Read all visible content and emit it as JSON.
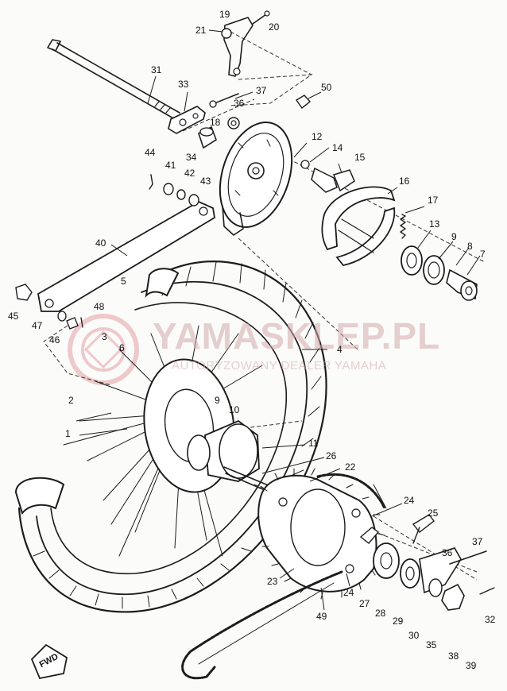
{
  "watermark": {
    "brand": "YAMASKLEP.PL",
    "tagline": "AUTORYZOWANY DEALER YAMAHA",
    "logo_color": "#e8b4b4"
  },
  "fwd_marker": {
    "label": "FWD",
    "icon": "forward-arrow-icon"
  },
  "callouts": [
    {
      "id": "19",
      "label": "19"
    },
    {
      "id": "20",
      "label": "20"
    },
    {
      "id": "21",
      "label": "21"
    },
    {
      "id": "31",
      "label": "31"
    },
    {
      "id": "33",
      "label": "33"
    },
    {
      "id": "37",
      "label": "37"
    },
    {
      "id": "50",
      "label": "50"
    },
    {
      "id": "36a",
      "label": "36"
    },
    {
      "id": "18",
      "label": "18"
    },
    {
      "id": "12",
      "label": "12"
    },
    {
      "id": "14",
      "label": "14"
    },
    {
      "id": "15",
      "label": "15"
    },
    {
      "id": "34",
      "label": "34"
    },
    {
      "id": "44",
      "label": "44"
    },
    {
      "id": "41",
      "label": "41"
    },
    {
      "id": "42",
      "label": "42"
    },
    {
      "id": "43",
      "label": "43"
    },
    {
      "id": "16",
      "label": "16"
    },
    {
      "id": "17",
      "label": "17"
    },
    {
      "id": "13",
      "label": "13"
    },
    {
      "id": "9a",
      "label": "9"
    },
    {
      "id": "8",
      "label": "8"
    },
    {
      "id": "7",
      "label": "7"
    },
    {
      "id": "40",
      "label": "40"
    },
    {
      "id": "5",
      "label": "5"
    },
    {
      "id": "45",
      "label": "45"
    },
    {
      "id": "48",
      "label": "48"
    },
    {
      "id": "47",
      "label": "47"
    },
    {
      "id": "46",
      "label": "46"
    },
    {
      "id": "3",
      "label": "3"
    },
    {
      "id": "6",
      "label": "6"
    },
    {
      "id": "4",
      "label": "4"
    },
    {
      "id": "2",
      "label": "2"
    },
    {
      "id": "9b",
      "label": "9"
    },
    {
      "id": "10",
      "label": "10"
    },
    {
      "id": "1",
      "label": "1"
    },
    {
      "id": "11",
      "label": "11"
    },
    {
      "id": "26",
      "label": "26"
    },
    {
      "id": "22",
      "label": "22"
    },
    {
      "id": "24a",
      "label": "24"
    },
    {
      "id": "25",
      "label": "25"
    },
    {
      "id": "37b",
      "label": "37"
    },
    {
      "id": "36b",
      "label": "36"
    },
    {
      "id": "23",
      "label": "23"
    },
    {
      "id": "24b",
      "label": "24"
    },
    {
      "id": "27",
      "label": "27"
    },
    {
      "id": "28",
      "label": "28"
    },
    {
      "id": "29",
      "label": "29"
    },
    {
      "id": "30",
      "label": "30"
    },
    {
      "id": "35",
      "label": "35"
    },
    {
      "id": "38",
      "label": "38"
    },
    {
      "id": "39",
      "label": "39"
    },
    {
      "id": "32",
      "label": "32"
    },
    {
      "id": "49",
      "label": "49"
    }
  ]
}
